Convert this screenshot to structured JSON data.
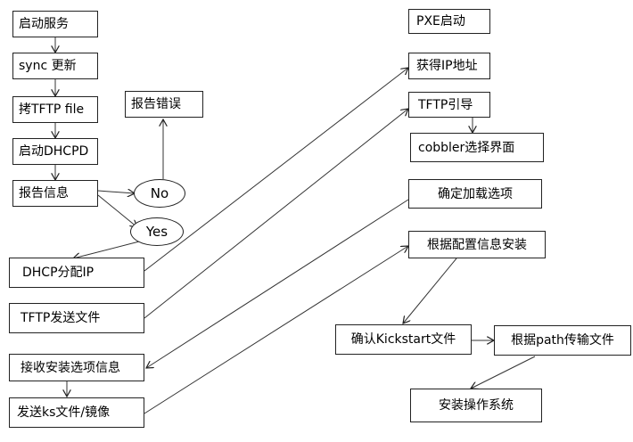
{
  "diagram": {
    "nodes": {
      "start_service": "启动服务",
      "sync_update": "sync 更新",
      "copy_tftp_file": "拷TFTP file",
      "start_dhcpd": "启动DHCPD",
      "report_info": "报告信息",
      "report_error": "报告错误",
      "no": "No",
      "yes": "Yes",
      "dhcp_assign_ip": "DHCP分配IP",
      "tftp_send_file": "TFTP发送文件",
      "receive_install_option": "接收安装选项信息",
      "send_ks_image": "发送ks文件/镜像",
      "pxe_boot": "PXE启动",
      "get_ip": "获得IP地址",
      "tftp_boot": "TFTP引导",
      "cobbler_menu": "cobbler选择界面",
      "confirm_load_option": "确定加载选项",
      "install_by_config": "根据配置信息安装",
      "confirm_kickstart": "确认Kickstart文件",
      "transfer_by_path": "根据path传输文件",
      "install_os": "安装操作系统"
    }
  }
}
